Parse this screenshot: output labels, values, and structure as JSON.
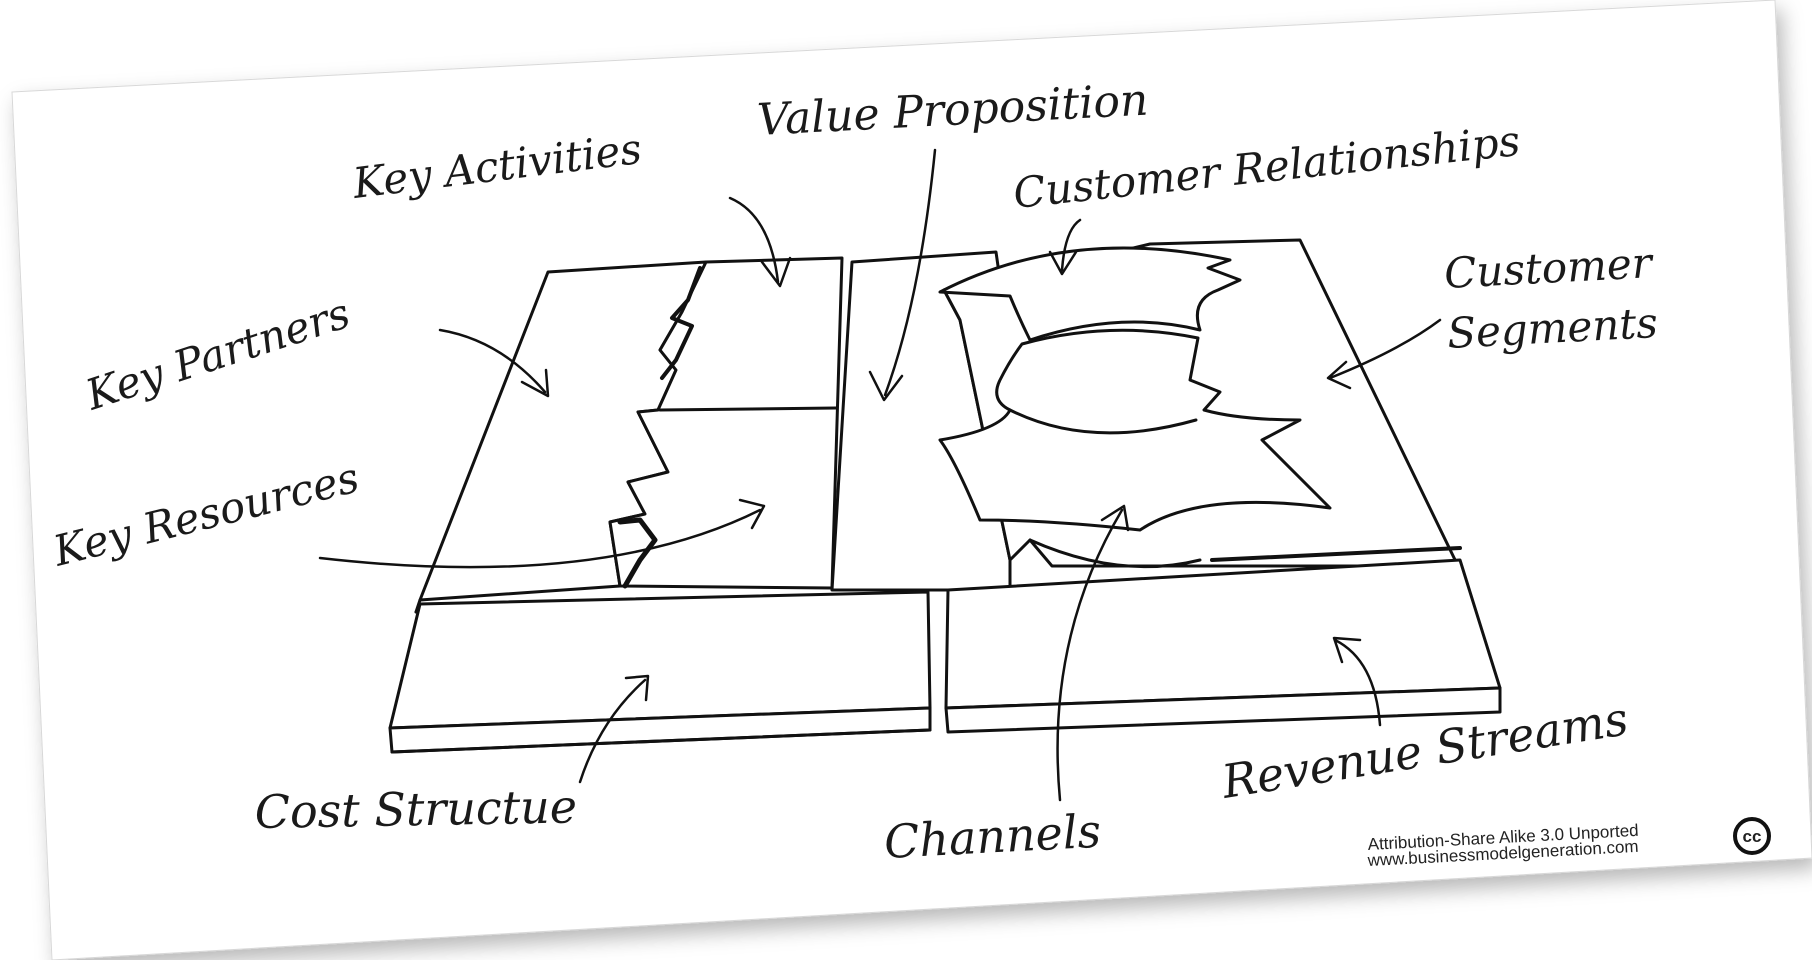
{
  "labels": {
    "value_proposition": "Value Proposition",
    "key_activities": "Key Activities",
    "customer_relationships": "Customer Relationships",
    "customer_segments_line1": "Customer",
    "customer_segments_line2": "Segments",
    "key_partners": "Key Partners",
    "key_resources": "Key Resources",
    "cost_structure": "Cost Structue",
    "channels": "Channels",
    "revenue_streams": "Revenue Streams"
  },
  "license": {
    "text": "Attribution-Share Alike 3.0 Unported",
    "url": "www.businessmodelgeneration.com",
    "badge": "cc"
  }
}
